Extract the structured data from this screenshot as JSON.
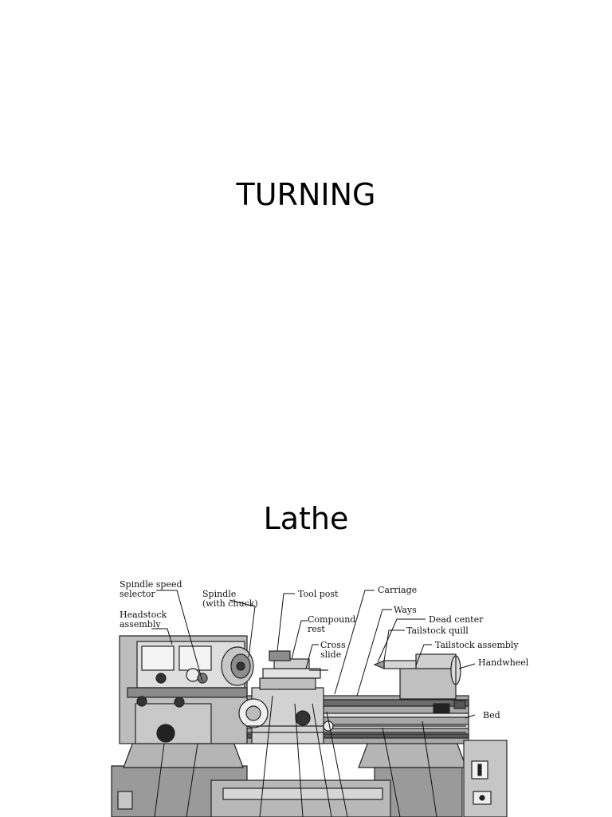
{
  "slides": [
    {
      "title": "TURNING"
    },
    {
      "title": "Lathe"
    }
  ],
  "figure": {
    "labels": {
      "spindle_speed_selector_1": "Spindle speed",
      "spindle_speed_selector_2": "selector",
      "headstock_1": "Headstock",
      "headstock_2": "assembly",
      "spindle_1": "Spindle",
      "spindle_2": "(with chuck)",
      "tool_post": "Tool post",
      "compound_1": "Compound",
      "compound_2": "rest",
      "cross_1": "Cross",
      "cross_2": "slide",
      "carriage": "Carriage",
      "ways": "Ways",
      "dead_center": "Dead center",
      "tailstock_quill": "Tailstock quill",
      "tailstock_assembly": "Tailstock assembly",
      "handwheel": "Handwheel",
      "bed": "Bed"
    }
  }
}
